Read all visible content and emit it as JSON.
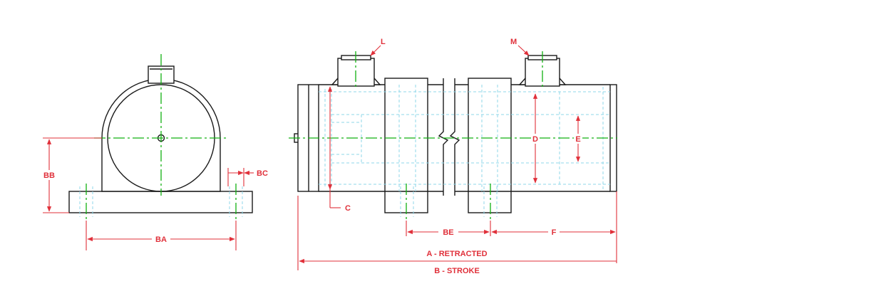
{
  "colors": {
    "outline": "#1a1a1a",
    "hidden_line": "#8fd7ea",
    "center_line": "#12b012",
    "dimension": "#e0303a"
  },
  "labels": {
    "ba": "BA",
    "bb": "BB",
    "bc": "BC",
    "l": "L",
    "m": "M",
    "c": "C",
    "d": "D",
    "e": "E",
    "be": "BE",
    "f": "F",
    "a": "A - RETRACTED",
    "b": "B - STROKE"
  }
}
